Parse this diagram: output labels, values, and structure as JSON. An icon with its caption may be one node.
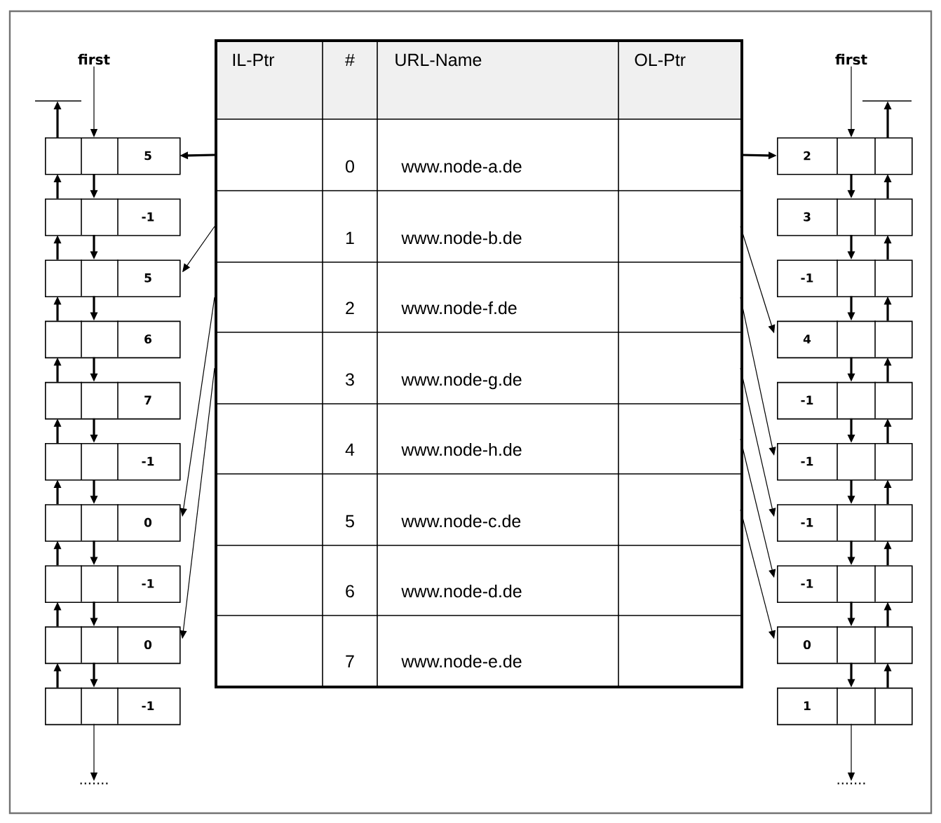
{
  "diagram": {
    "nodes": [
      {
        "text": [
          "IL-Ptr",
          "#",
          "URL-Name",
          "OL-Ptr"
        ]
      },
      {
        "text": [
          "0",
          "www.node-a.de"
        ],
        "in": 0
      },
      {
        "text": [
          "1",
          "www.node-b.de"
        ],
        "in": 0
      },
      {
        "text": [
          "2",
          "www.node-f.de"
        ],
        "in": 0
      },
      {
        "text": [
          "3",
          "www.node-g.de"
        ],
        "in": 0
      },
      {
        "text": [
          "4",
          "www.node-h.de"
        ],
        "in": 0
      },
      {
        "text": [
          "5",
          "www.node-c.de"
        ],
        "in": 0
      },
      {
        "text": [
          "6",
          "www.node-d.de"
        ],
        "in": 0
      },
      {
        "text": [
          "7",
          "www.node-e.de"
        ],
        "in": 0
      },
      {
        "text": [
          "first"
        ]
      },
      {
        "text": [
          "5"
        ]
      },
      {
        "text": [
          "-1"
        ]
      },
      {
        "text": [
          "5"
        ]
      },
      {
        "text": [
          "6"
        ]
      },
      {
        "text": [
          "7"
        ]
      },
      {
        "text": [
          "-1"
        ]
      },
      {
        "text": [
          "0"
        ]
      },
      {
        "text": [
          "-1"
        ]
      },
      {
        "text": [
          "0"
        ]
      },
      {
        "text": [
          "-1"
        ]
      },
      {
        "text": [
          "......."
        ]
      },
      {
        "text": [
          "first"
        ]
      },
      {
        "text": [
          "2"
        ]
      },
      {
        "text": [
          "3"
        ]
      },
      {
        "text": [
          "-1"
        ]
      },
      {
        "text": [
          "4"
        ]
      },
      {
        "text": [
          "-1"
        ]
      },
      {
        "text": [
          "-1"
        ]
      },
      {
        "text": [
          "-1"
        ]
      },
      {
        "text": [
          "-1"
        ]
      },
      {
        "text": [
          "0"
        ]
      },
      {
        "text": [
          "1"
        ]
      },
      {
        "text": [
          "......."
        ]
      }
    ],
    "edges": [
      {
        "from": 9,
        "to": 10,
        "arrow": "to"
      },
      {
        "from": 10,
        "to": null,
        "arrow": "to"
      },
      {
        "from": 10,
        "to": 11,
        "arrow": "to"
      },
      {
        "from": 11,
        "to": 10,
        "arrow": "to"
      },
      {
        "from": 11,
        "to": 12,
        "arrow": "to"
      },
      {
        "from": 12,
        "to": 11,
        "arrow": "to"
      },
      {
        "from": 12,
        "to": 13,
        "arrow": "to"
      },
      {
        "from": 13,
        "to": 12,
        "arrow": "to"
      },
      {
        "from": 13,
        "to": 14,
        "arrow": "to"
      },
      {
        "from": 14,
        "to": 13,
        "arrow": "to"
      },
      {
        "from": 14,
        "to": 15,
        "arrow": "to"
      },
      {
        "from": 15,
        "to": 14,
        "arrow": "to"
      },
      {
        "from": 15,
        "to": 16,
        "arrow": "to"
      },
      {
        "from": 16,
        "to": 15,
        "arrow": "to"
      },
      {
        "from": 16,
        "to": 17,
        "arrow": "to"
      },
      {
        "from": 17,
        "to": 16,
        "arrow": "to"
      },
      {
        "from": 17,
        "to": 18,
        "arrow": "to"
      },
      {
        "from": 18,
        "to": 17,
        "arrow": "to"
      },
      {
        "from": 18,
        "to": 19,
        "arrow": "to"
      },
      {
        "from": 19,
        "to": 18,
        "arrow": "to"
      },
      {
        "from": 19,
        "to": 20,
        "arrow": "to"
      },
      {
        "from": 1,
        "to": 10,
        "arrow": "to"
      },
      {
        "from": 2,
        "to": 12,
        "arrow": "to"
      },
      {
        "from": 3,
        "to": 16,
        "arrow": "to"
      },
      {
        "from": 4,
        "to": 18,
        "arrow": "to"
      },
      {
        "from": 21,
        "to": 22,
        "arrow": "to"
      },
      {
        "from": 22,
        "to": null,
        "arrow": "to"
      },
      {
        "from": 22,
        "to": 23,
        "arrow": "to"
      },
      {
        "from": 23,
        "to": 22,
        "arrow": "to"
      },
      {
        "from": 23,
        "to": 24,
        "arrow": "to"
      },
      {
        "from": 24,
        "to": 23,
        "arrow": "to"
      },
      {
        "from": 24,
        "to": 25,
        "arrow": "to"
      },
      {
        "from": 25,
        "to": 24,
        "arrow": "to"
      },
      {
        "from": 25,
        "to": 26,
        "arrow": "to"
      },
      {
        "from": 26,
        "to": 25,
        "arrow": "to"
      },
      {
        "from": 26,
        "to": 27,
        "arrow": "to"
      },
      {
        "from": 27,
        "to": 26,
        "arrow": "to"
      },
      {
        "from": 27,
        "to": 28,
        "arrow": "to"
      },
      {
        "from": 28,
        "to": 27,
        "arrow": "to"
      },
      {
        "from": 28,
        "to": 29,
        "arrow": "to"
      },
      {
        "from": 29,
        "to": 28,
        "arrow": "to"
      },
      {
        "from": 29,
        "to": 30,
        "arrow": "to"
      },
      {
        "from": 30,
        "to": 29,
        "arrow": "to"
      },
      {
        "from": 30,
        "to": 31,
        "arrow": "to"
      },
      {
        "from": 31,
        "to": 30,
        "arrow": "to"
      },
      {
        "from": 31,
        "to": 32,
        "arrow": "to"
      },
      {
        "from": 1,
        "to": 22,
        "arrow": "to"
      },
      {
        "from": 2,
        "to": 25,
        "arrow": "to"
      },
      {
        "from": 3,
        "to": 27,
        "arrow": "to"
      },
      {
        "from": 4,
        "to": 28,
        "arrow": "to"
      },
      {
        "from": 5,
        "to": 29,
        "arrow": "to"
      },
      {
        "from": 6,
        "to": 30,
        "arrow": "to"
      }
    ]
  }
}
